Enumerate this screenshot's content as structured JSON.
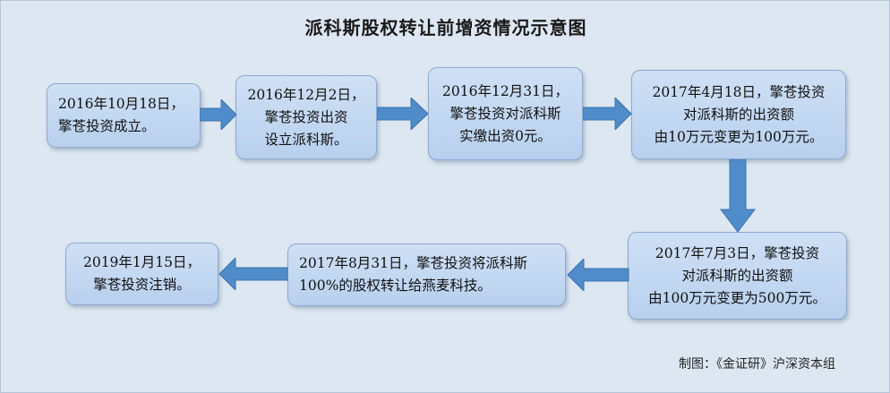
{
  "title": "派科斯股权转让前增资情况示意图",
  "steps": [
    "2016年10月18日，\n擎苍投资成立。",
    "2016年12月2日，\n擎苍投资出资\n设立派科斯。",
    "2016年12月31日，\n擎苍投资对派科斯\n实缴出资0元。",
    "2017年4月18日，擎苍投资\n对派科斯的出资额\n由10万元变更为100万元。",
    "2017年7月3日，擎苍投资\n对派科斯的出资额\n由100万元变更为500万元。",
    "2017年8月31日，擎苍投资将派科斯\n100%的股权转让给燕麦科技。",
    "2019年1月15日，\n擎苍投资注销。"
  ],
  "note": "制图：《金证研》沪深资本组",
  "colors": {
    "box_fill": "#c4d8f1",
    "arrow": "#4f8cc9",
    "background": "#dce7f1"
  }
}
